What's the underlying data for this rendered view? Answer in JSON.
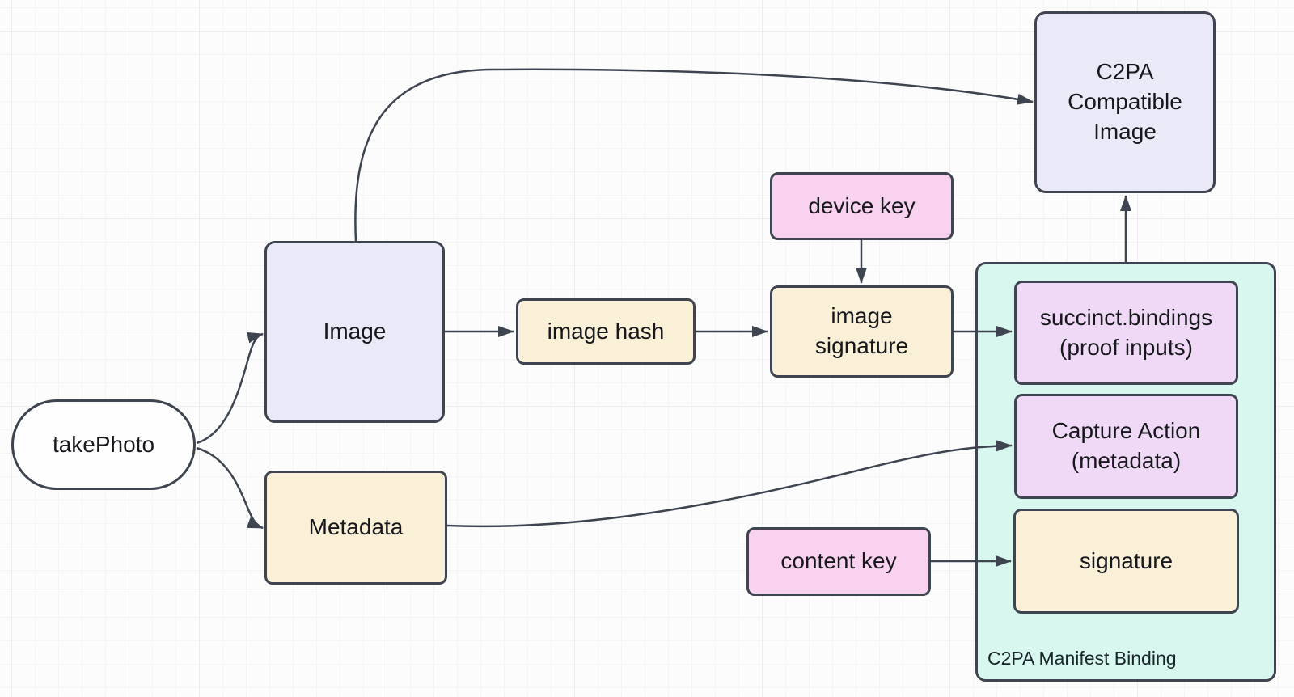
{
  "diagram": {
    "title_hint": "C2PA photo capture signing flow",
    "colors": {
      "background": "#FCFCFC",
      "grid_minor": "#F5F5F5",
      "grid_major": "#EDEDED",
      "stroke": "#3E4550",
      "text": "#17181C",
      "lavender_fill": "#E9E9F8",
      "cream_fill": "#FAF0D8",
      "pink_fill": "#F9D2F0",
      "purple_fill": "#F0D9F6",
      "teal_fill": "#D8F7EE",
      "pill_fill": "#FEFEFE"
    },
    "nodes": {
      "take_photo": {
        "label": "takePhoto",
        "shape": "pill",
        "fill": "#FEFEFE"
      },
      "image": {
        "label": "Image",
        "shape": "rectangle",
        "fill": "#E9E9F8"
      },
      "metadata": {
        "label": "Metadata",
        "shape": "rectangle",
        "fill": "#FAF0D8"
      },
      "image_hash": {
        "label": "image hash",
        "shape": "rectangle",
        "fill": "#FAF0D8"
      },
      "device_key": {
        "label": "device key",
        "shape": "rectangle",
        "fill": "#F9D2F0"
      },
      "image_signature": {
        "label": "image\nsignature",
        "shape": "rectangle",
        "fill": "#FAF0D8"
      },
      "content_key": {
        "label": "content key",
        "shape": "rectangle",
        "fill": "#F9D2F0"
      },
      "c2pa_image": {
        "label": "C2PA\nCompatible\nImage",
        "shape": "rectangle",
        "fill": "#E9E9F8"
      },
      "succinct_bindings": {
        "label": "succinct.bindings\n(proof inputs)",
        "shape": "rectangle",
        "fill": "#F0D9F6"
      },
      "capture_action": {
        "label": "Capture Action\n(metadata)",
        "shape": "rectangle",
        "fill": "#F0D9F6"
      },
      "signature": {
        "label": "signature",
        "shape": "rectangle",
        "fill": "#FAF0D8"
      }
    },
    "container": {
      "label": "C2PA Manifest Binding",
      "fill": "#D8F7EE",
      "children": [
        "succinct_bindings",
        "capture_action",
        "signature"
      ]
    },
    "edges": [
      {
        "from": "take_photo",
        "to": "image"
      },
      {
        "from": "take_photo",
        "to": "metadata"
      },
      {
        "from": "image",
        "to": "image_hash"
      },
      {
        "from": "image",
        "to": "c2pa_image"
      },
      {
        "from": "image_hash",
        "to": "image_signature"
      },
      {
        "from": "device_key",
        "to": "image_signature"
      },
      {
        "from": "image_signature",
        "to": "succinct_bindings"
      },
      {
        "from": "metadata",
        "to": "capture_action"
      },
      {
        "from": "content_key",
        "to": "signature"
      },
      {
        "from": "c2pa_manifest_binding",
        "to": "c2pa_image"
      }
    ]
  }
}
